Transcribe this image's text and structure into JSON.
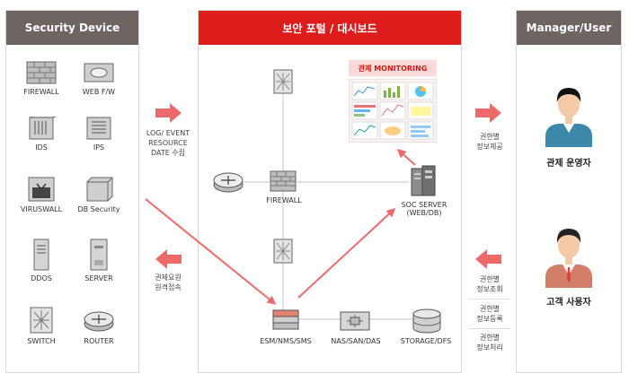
{
  "left_panel": {
    "title": "Security Device",
    "devices": [
      {
        "label": "FIREWALL",
        "icon": "firewall-icon"
      },
      {
        "label": "WEB F/W",
        "icon": "web-firewall-icon"
      },
      {
        "label": "IDS",
        "icon": "ids-icon"
      },
      {
        "label": "IPS",
        "icon": "ips-icon"
      },
      {
        "label": "VIRUSWALL",
        "icon": "viruswall-icon"
      },
      {
        "label": "DB Security",
        "icon": "db-security-icon"
      },
      {
        "label": "DDOS",
        "icon": "ddos-icon"
      },
      {
        "label": "SERVER",
        "icon": "server-icon"
      },
      {
        "label": "SWITCH",
        "icon": "switch-icon"
      },
      {
        "label": "ROUTER",
        "icon": "router-icon"
      }
    ]
  },
  "left_flow": {
    "in_text": [
      "LOG/ EVENT",
      "RESOURCE",
      "DATE 수집"
    ],
    "out_text": [
      "권제요원",
      "원격접속"
    ]
  },
  "center_panel": {
    "title": "보안 포털 / 대시보드",
    "monitoring_title": "관제 MONITORING",
    "nodes": {
      "firewall": "FIREWALL",
      "soc_line1": "SOC SERVER",
      "soc_line2": "(WEB/DB)",
      "esm": "ESM/NMS/SMS",
      "nas": "NAS/SAN/DAS",
      "storage": "STORAGE/DFS"
    }
  },
  "right_flow": {
    "top_text": [
      "권한별",
      "정보제공"
    ],
    "perm_items": [
      [
        "권한별",
        "정보조회"
      ],
      [
        "권한별",
        "정보등록"
      ],
      [
        "권한별",
        "정보처리"
      ]
    ]
  },
  "right_panel": {
    "title": "Manager/User",
    "roles": [
      "관제 운영자",
      "고객 사용자"
    ]
  },
  "colors": {
    "header_gray": "#6e6462",
    "header_red": "#dd1c1c",
    "arrow_red": "#ee6a6a"
  }
}
